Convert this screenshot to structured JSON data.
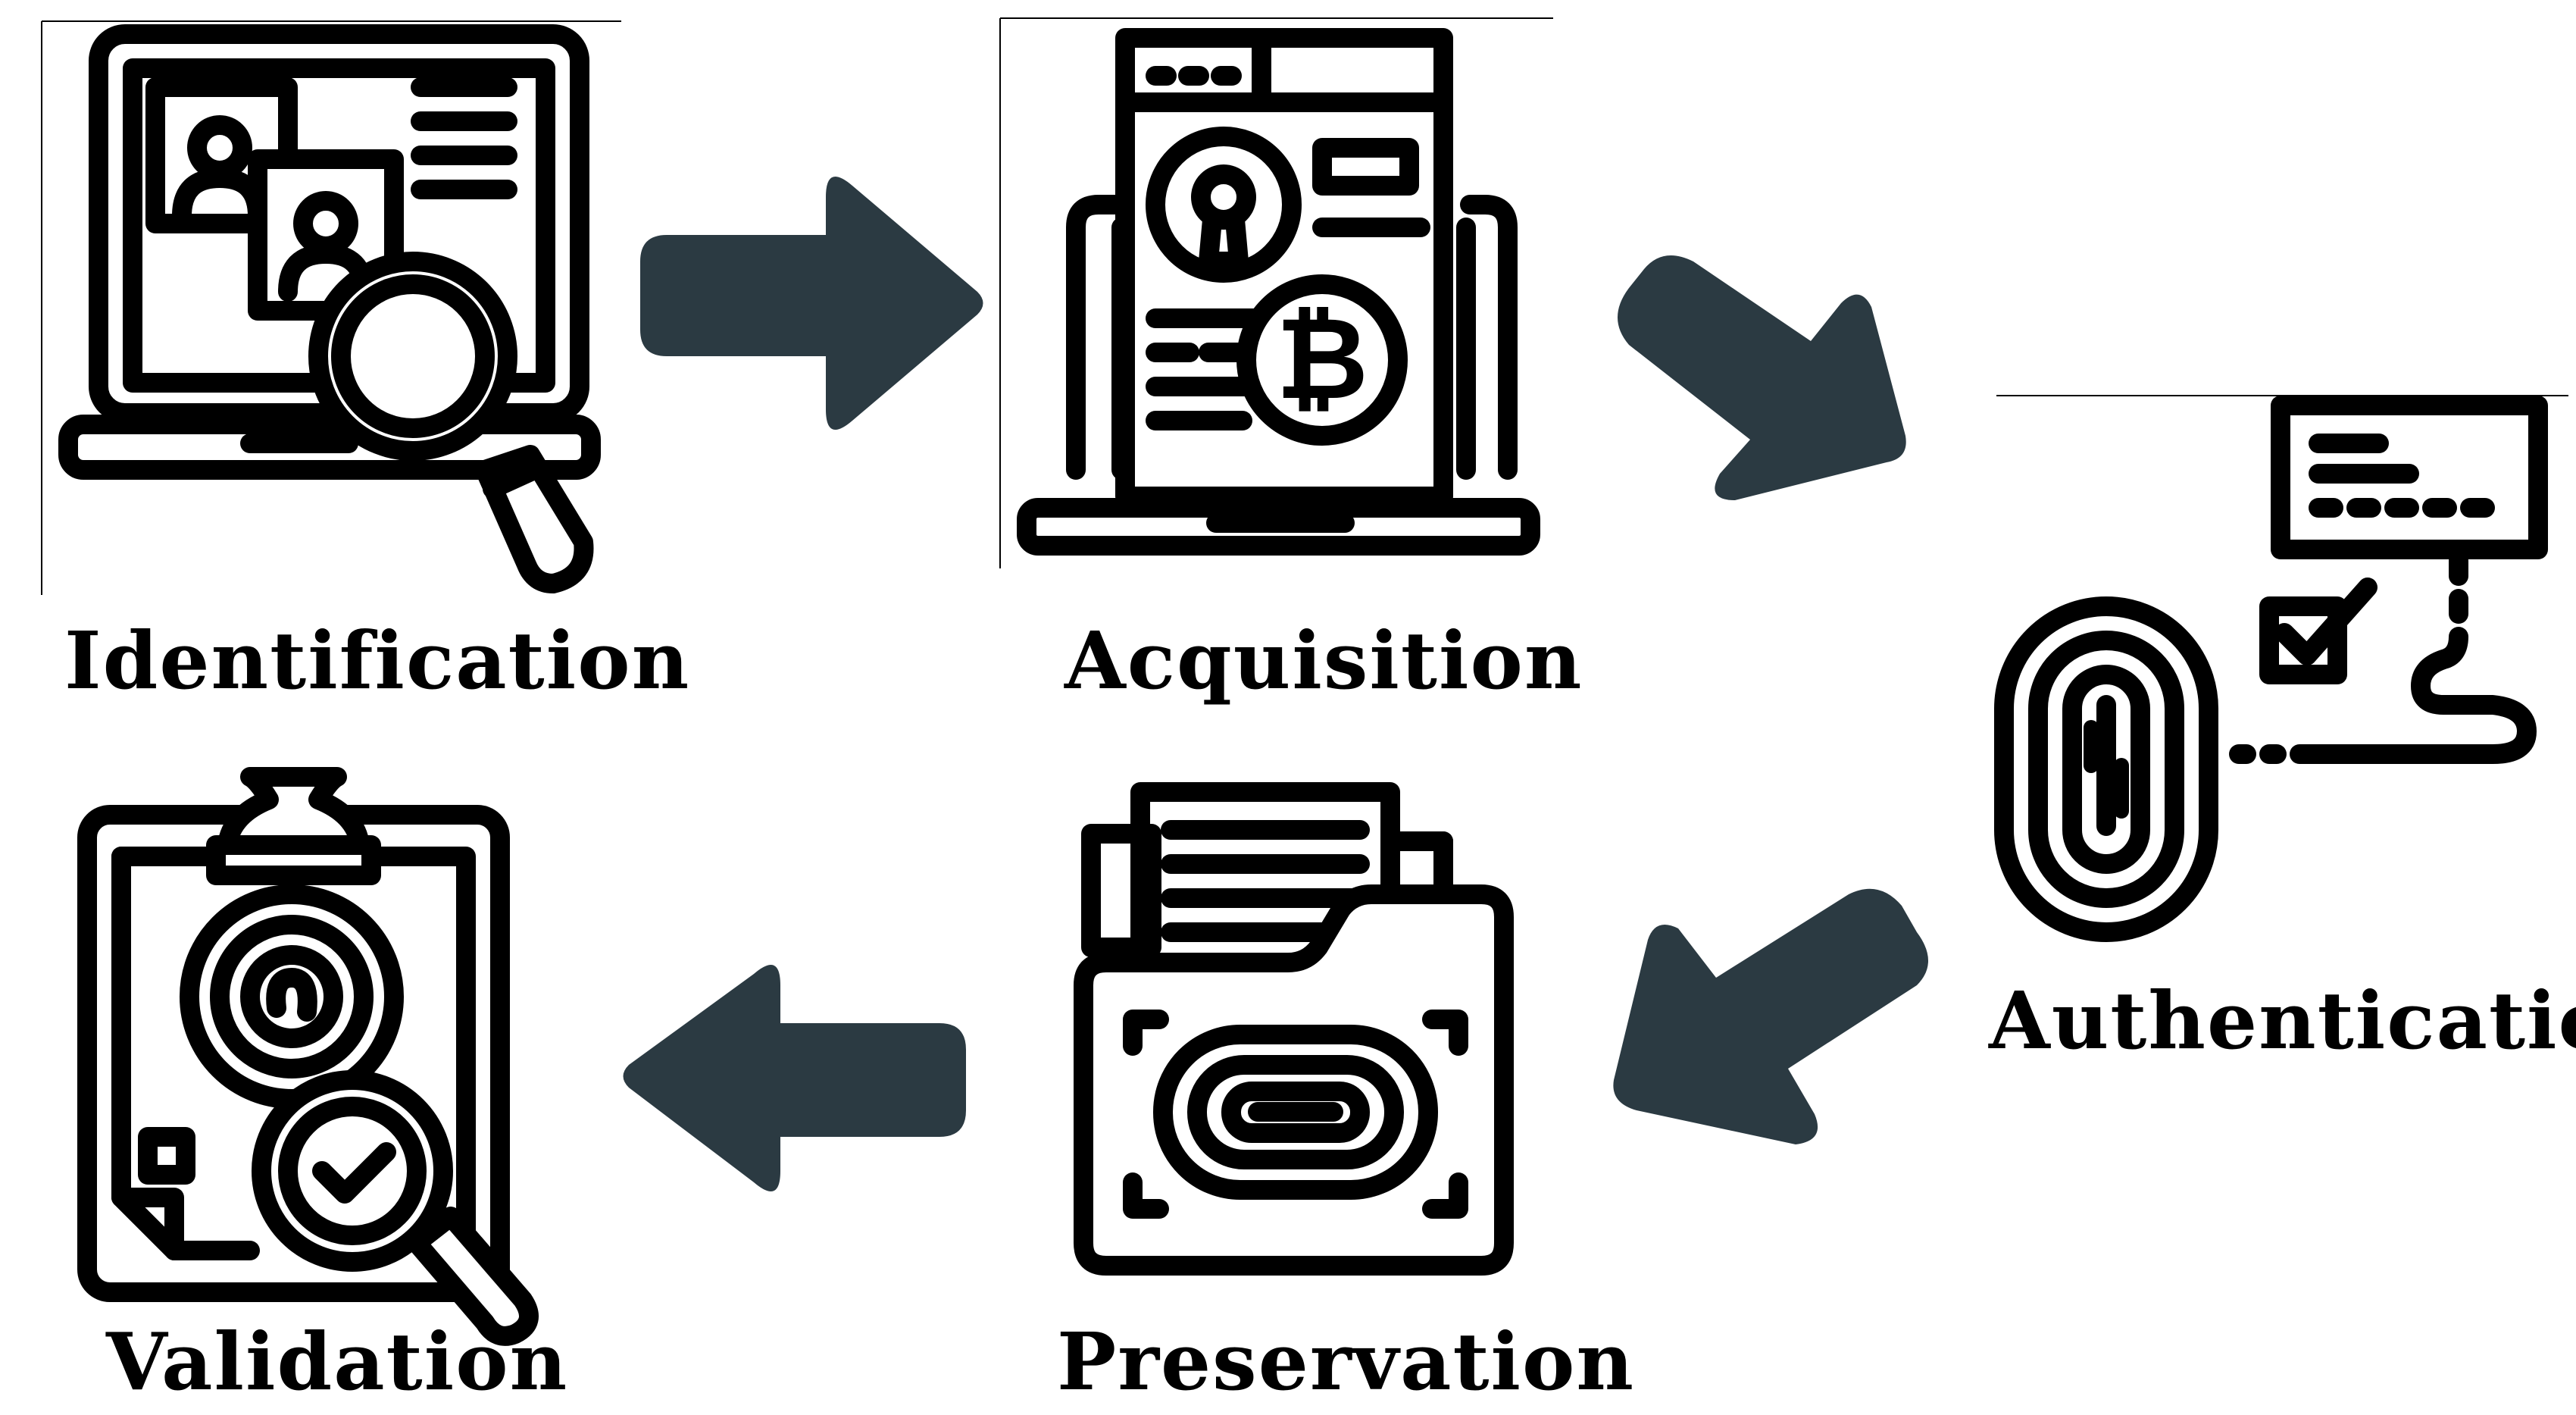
{
  "steps": {
    "identification": {
      "label": "Identification",
      "icon": "laptop-magnifier-icon"
    },
    "acquisition": {
      "label": "Acquisition",
      "icon": "laptop-bitcoin-document-icon"
    },
    "authentication": {
      "label": "Authentication",
      "icon": "fingerprint-checklist-icon"
    },
    "preservation": {
      "label": "Preservation",
      "icon": "folder-fingerprint-icon"
    },
    "validation": {
      "label": "Validation",
      "icon": "clipboard-fingerprint-check-icon"
    }
  },
  "flow": [
    "Identification",
    "Acquisition",
    "Authentication",
    "Preservation",
    "Validation"
  ],
  "colors": {
    "arrow": "#2b3a42",
    "icon": "#000000",
    "background": "#ffffff"
  }
}
